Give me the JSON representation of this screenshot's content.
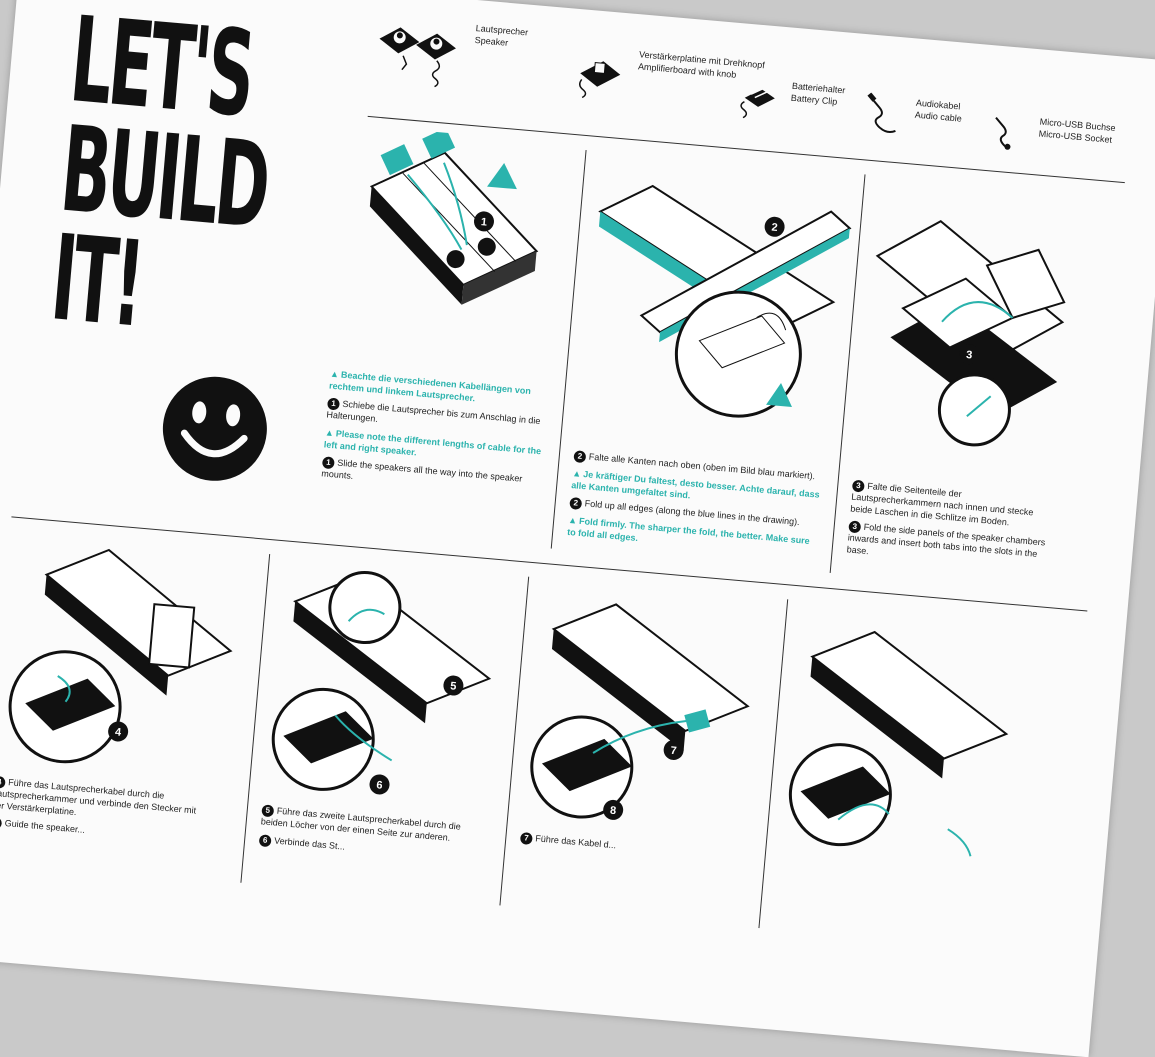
{
  "title_lines": [
    "LET'S",
    "BUILD",
    "IT!"
  ],
  "colors": {
    "accent": "#2bb3ad",
    "ink": "#111111",
    "paper": "#fbfbfb",
    "background": "#c9c9c9"
  },
  "parts": [
    {
      "icon": "speaker-icon",
      "de": "Lautsprecher",
      "en": "Speaker"
    },
    {
      "icon": "amplifier-board-icon",
      "de": "Verstärkerplatine mit Drehknopf",
      "en": "Amplifierboard with knob"
    },
    {
      "icon": "battery-clip-icon",
      "de": "Batteriehalter",
      "en": "Battery Clip"
    },
    {
      "icon": "audio-cable-icon",
      "de": "Audiokabel",
      "en": "Audio cable"
    },
    {
      "icon": "micro-usb-icon",
      "de": "Micro-USB Buchse",
      "en": "Micro-USB Socket"
    }
  ],
  "steps": {
    "s1": {
      "number": "1",
      "warn_de": "Beachte die verschiedenen Kabellängen von rechtem und linkem Lautsprecher.",
      "de": "Schiebe die Lautsprecher bis zum Anschlag in die Halterungen.",
      "warn_en": "Please note the different lengths of cable for the left and right speaker.",
      "en": "Slide the speakers all the way into the speaker mounts."
    },
    "s2": {
      "number": "2",
      "de": "Falte alle Kanten nach oben (oben im Bild blau markiert).",
      "warn_de": "Je kräftiger Du faltest, desto besser. Achte darauf, dass alle Kanten umgefaltet sind.",
      "en": "Fold up all edges (along the blue lines in the drawing).",
      "warn_en": "Fold firmly. The sharper the fold, the better. Make sure to fold all edges."
    },
    "s3": {
      "number": "3",
      "de": "Falte die Seitenteile der Lautsprecherkammern nach innen und stecke beide Laschen in die Schlitze im Boden.",
      "en": "Fold the side panels of the speaker chambers inwards and insert both tabs into the slots in the base."
    },
    "s4": {
      "number": "4",
      "de": "Führe das Lautsprecherkabel durch die Lautsprecherkammer und verbinde den Stecker mit der Verstärkerplatine.",
      "en": "Guide the speaker..."
    },
    "s5": {
      "number": "5",
      "de": "Führe das zweite Lautsprecherkabel durch die beiden Löcher von der einen Seite zur anderen.",
      "de2": "Verbinde das St...",
      "num2": "6"
    },
    "s7": {
      "number": "7",
      "de": "Führe das Kabel d..."
    },
    "callouts": [
      "1",
      "2",
      "3",
      "4",
      "5",
      "6",
      "7",
      "8"
    ]
  }
}
